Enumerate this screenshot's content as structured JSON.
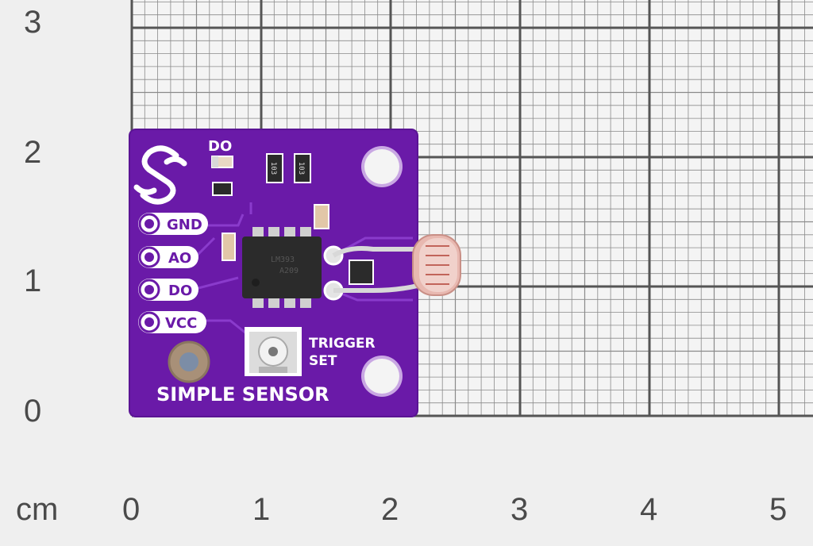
{
  "ruler": {
    "unit_label": "cm",
    "x_ticks": [
      "0",
      "1",
      "2",
      "3",
      "4",
      "5"
    ],
    "y_ticks": [
      "3",
      "2",
      "1",
      "0"
    ]
  },
  "board": {
    "name": "SIMPLE SENSOR",
    "led_label": "DO",
    "pins": [
      "GND",
      "AO",
      "DO",
      "VCC"
    ],
    "pot_label_line1": "TRIGGER",
    "pot_label_line2": "SET",
    "resistor_marking": "103",
    "ic_marking_line1": "LM393",
    "ic_marking_line2": "A209",
    "color": "#6a1aa8"
  },
  "colors": {
    "background": "#efefef",
    "grid_major": "#555555",
    "grid_minor": "#8a8a8a",
    "pcb": "#6a1aa8",
    "photoresistor": "#e8b8b0"
  }
}
